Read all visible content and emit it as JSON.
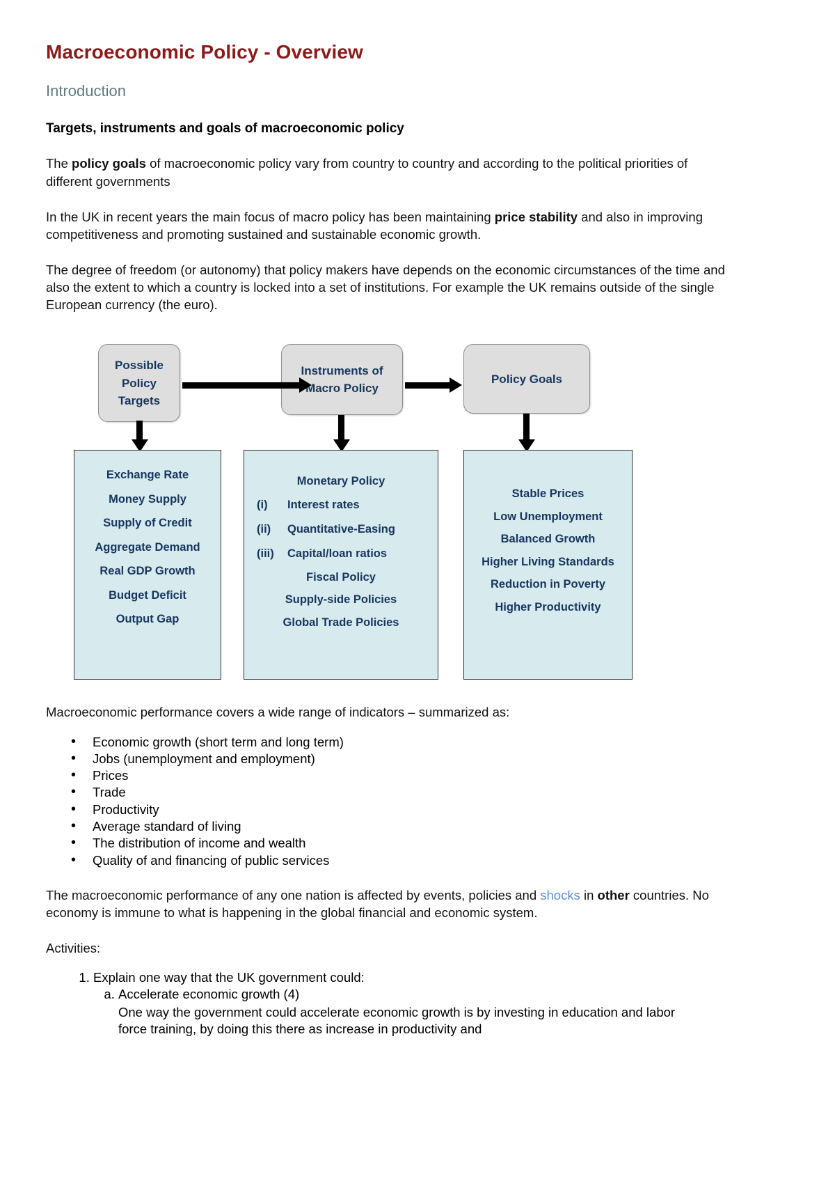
{
  "document": {
    "title": "Macroeconomic Policy - Overview",
    "section_heading": "Introduction",
    "sub_heading": "Targets, instruments and goals of macroeconomic policy",
    "paragraph_1": {
      "part_a": "The ",
      "bold_1": "policy goals",
      "part_b": " of macroeconomic policy vary from country to country and according to the political priorities of different governments"
    },
    "paragraph_2": {
      "part_a": "In the UK in recent years the main focus of macro policy has been maintaining ",
      "bold_1": "price stability",
      "part_b": " and also in improving competitiveness and promoting sustained and sustainable economic growth."
    },
    "paragraph_3": "The degree of freedom (or autonomy) that policy makers have depends on the economic circumstances of the time and also the extent to which a country is locked into a set of institutions. For example the UK remains outside of the single European currency (the euro).",
    "paragraph_4": "Macroeconomic performance covers a wide range of indicators – summarized as:",
    "paragraph_5": {
      "part_a": "The macroeconomic performance of any one nation is affected by events, policies and ",
      "link_1": "shocks",
      "part_b": " in ",
      "bold_1": "other",
      "part_c": " countries. No economy is immune to what is happening in the global financial and economic system."
    },
    "activities_label": "Activities:"
  },
  "diagram": {
    "top_boxes": [
      {
        "label": "Possible\nPolicy\nTargets",
        "line_1": "Possible",
        "line_2": "Policy",
        "line_3": "Targets"
      },
      {
        "line_1": "Instruments of",
        "line_2": "Macro Policy"
      },
      {
        "line_1": "Policy Goals"
      }
    ],
    "panel_targets": {
      "items": [
        "Exchange Rate",
        "Money Supply",
        "Supply of Credit",
        "Aggregate Demand",
        "Real GDP Growth",
        "Budget Deficit",
        "Output Gap"
      ]
    },
    "panel_instruments": {
      "heading": "Monetary Policy",
      "numbered": [
        {
          "num": "(i)",
          "text": "Interest rates"
        },
        {
          "num": "(ii)",
          "text": "Quantitative-Easing"
        },
        {
          "num": "(iii)",
          "text": "Capital/loan ratios"
        }
      ],
      "items": [
        "Fiscal Policy",
        "Supply-side Policies",
        "Global Trade Policies"
      ]
    },
    "panel_goals": {
      "items": [
        "Stable Prices",
        "Low Unemployment",
        "Balanced Growth",
        "Higher Living Standards",
        "Reduction in Poverty",
        "Higher Productivity"
      ]
    }
  },
  "indicators": [
    "Economic growth (short term and long term)",
    "Jobs (unemployment and employment)",
    "Prices",
    "Trade",
    "Productivity",
    "Average standard of living",
    "The distribution of income and wealth",
    "Quality of and financing of public services"
  ],
  "activities": {
    "item_1": "Explain one way that the UK government could:",
    "item_1a": "Accelerate economic growth (4)",
    "item_1a_answer": "One way the government could accelerate economic growth is by investing in education and labor force training, by doing this there as increase in productivity and"
  },
  "colors": {
    "title": "#8B1A1A",
    "section_heading": "#5F7B80",
    "link": "#5B8FD4",
    "panel_fill": "#D7EAEE",
    "top_box_fill": "#DEDEDE",
    "diagram_text": "#17365D"
  }
}
